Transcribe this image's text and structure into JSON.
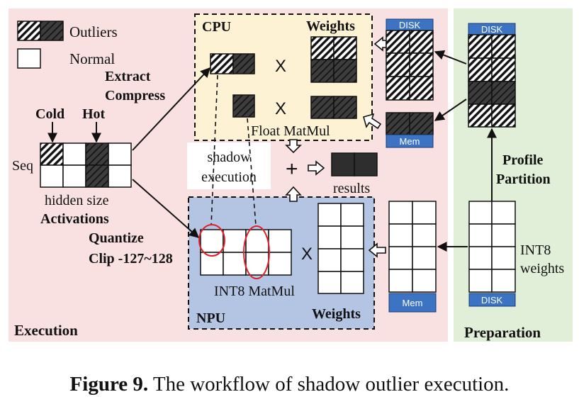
{
  "legend": {
    "outliers": "Outliers",
    "normal": "Normal"
  },
  "regions": {
    "execution": "Execution",
    "preparation": "Preparation"
  },
  "cpu": {
    "title": "CPU",
    "weights": "Weights",
    "matmul": "Float MatMul",
    "multiply": "X"
  },
  "npu": {
    "title": "NPU",
    "weights": "Weights",
    "matmul": "INT8 MatMul",
    "multiply": "X"
  },
  "activations": {
    "cold": "Cold",
    "hot": "Hot",
    "seq": "Seq",
    "hidden_size": "hidden size",
    "title": "Activations",
    "extract": "Extract",
    "compress": "Compress",
    "quantize": "Quantize",
    "clip": "Clip -127~128"
  },
  "shadow": {
    "line1": "shadow",
    "line2": "execution"
  },
  "merge": {
    "plus": "+",
    "results": "results"
  },
  "storage": {
    "disk": "DISK",
    "mem": "Mem"
  },
  "preparation": {
    "profile": "Profile",
    "partition": "Partition",
    "int8": "INT8",
    "weights": "weights"
  },
  "caption": {
    "label": "Figure 9.",
    "text": " The workflow of shadow outlier execution."
  },
  "colors": {
    "execution_bg": "#f9e1e1",
    "preparation_bg": "#e1eed8",
    "cpu_bg": "#fdf2d3",
    "npu_bg": "#b4c5e4",
    "dark_cell": "#3d3d3d",
    "tag_blue": "#3c73c2",
    "clip_red": "#e0202b"
  }
}
